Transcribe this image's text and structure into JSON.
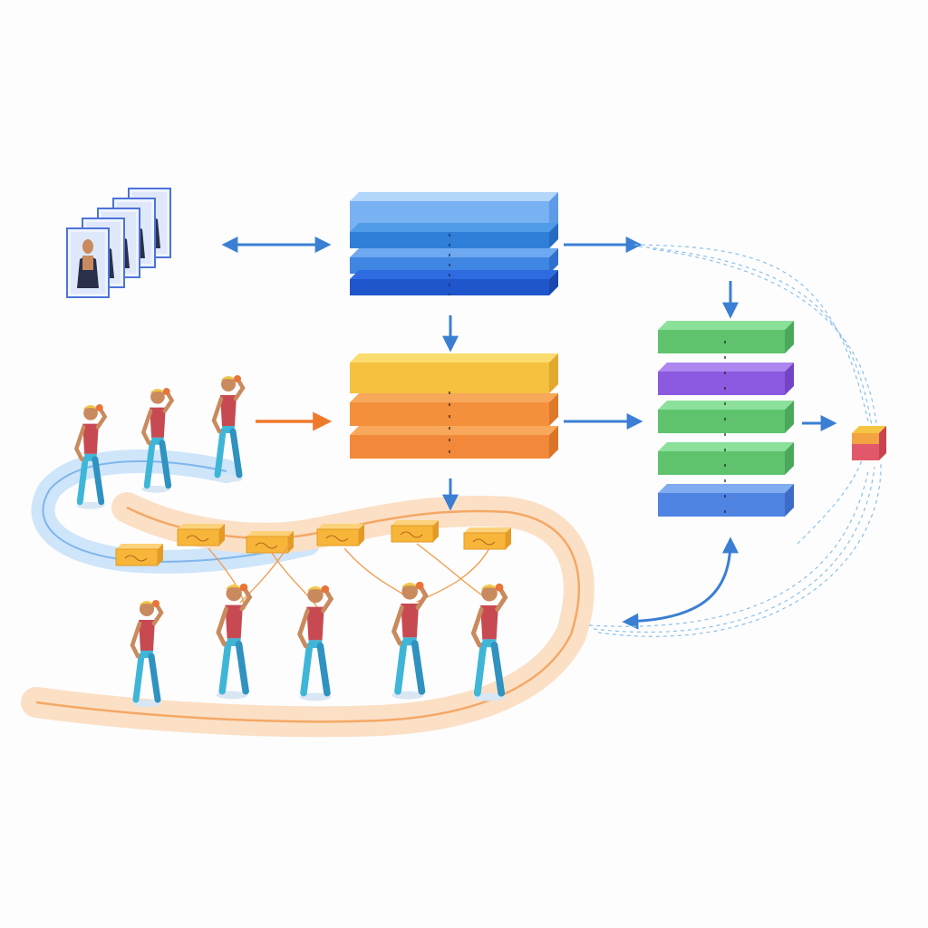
{
  "colors": {
    "background": "#fdfdfd",
    "blue_light": "#8cc0f6",
    "blue_mid": "#4f92e6",
    "blue_dark": "#1f56cc",
    "yellow": "#f6c544",
    "orange": "#f48f3c",
    "orange_light": "#f6a65a",
    "green": "#6ccb79",
    "purple": "#8c5ae0",
    "block_blue": "#5a8ee6",
    "arrow_blue": "#3a7fd4",
    "arrow_orange": "#f07a2c",
    "path_orange": "#f4b07a",
    "path_blue": "#b9d9f7",
    "token": "#f7b53a",
    "skin": "#c98a5e",
    "shirt_red": "#c74a52",
    "pants_teal": "#3fb6d8",
    "hair": "#f2c74a"
  },
  "diagram": {
    "image_frames": 5,
    "blue_stack_layers": 4,
    "orange_stack_layers": 3,
    "right_stack_layers": [
      {
        "color": "green"
      },
      {
        "color": "purple"
      },
      {
        "color": "green"
      },
      {
        "color": "green"
      },
      {
        "color": "block_blue"
      }
    ],
    "upper_track_figures": 3,
    "lower_track_figures": 5,
    "motion_tokens": 6,
    "output_cube": {
      "top": "#f6c544",
      "front": "#e2586a",
      "side": "#c7434f"
    }
  }
}
